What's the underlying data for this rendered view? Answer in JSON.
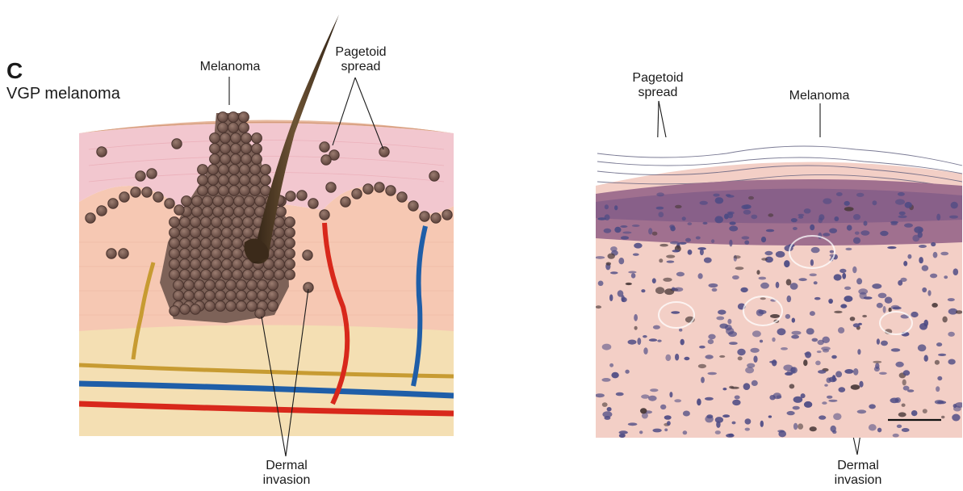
{
  "panel": {
    "letter": "C",
    "title": "VGP melanoma"
  },
  "labels": {
    "left_melanoma": "Melanoma",
    "left_pagetoid": "Pagetoid\nspread",
    "left_dermal": "Dermal\ninvasion",
    "right_pagetoid": "Pagetoid\nspread",
    "right_melanoma": "Melanoma",
    "right_dermal": "Dermal\ninvasion"
  },
  "colors": {
    "stratum": "#f2d9c6",
    "epidermis": "#f2c7cf",
    "dermis": "#f6c8b3",
    "fat": "#f4dfb3",
    "cell": "#6b5148",
    "artery": "#d8281b",
    "vein": "#1f5ea8",
    "nerve": "#dcb246",
    "hair": "#4a3620"
  }
}
